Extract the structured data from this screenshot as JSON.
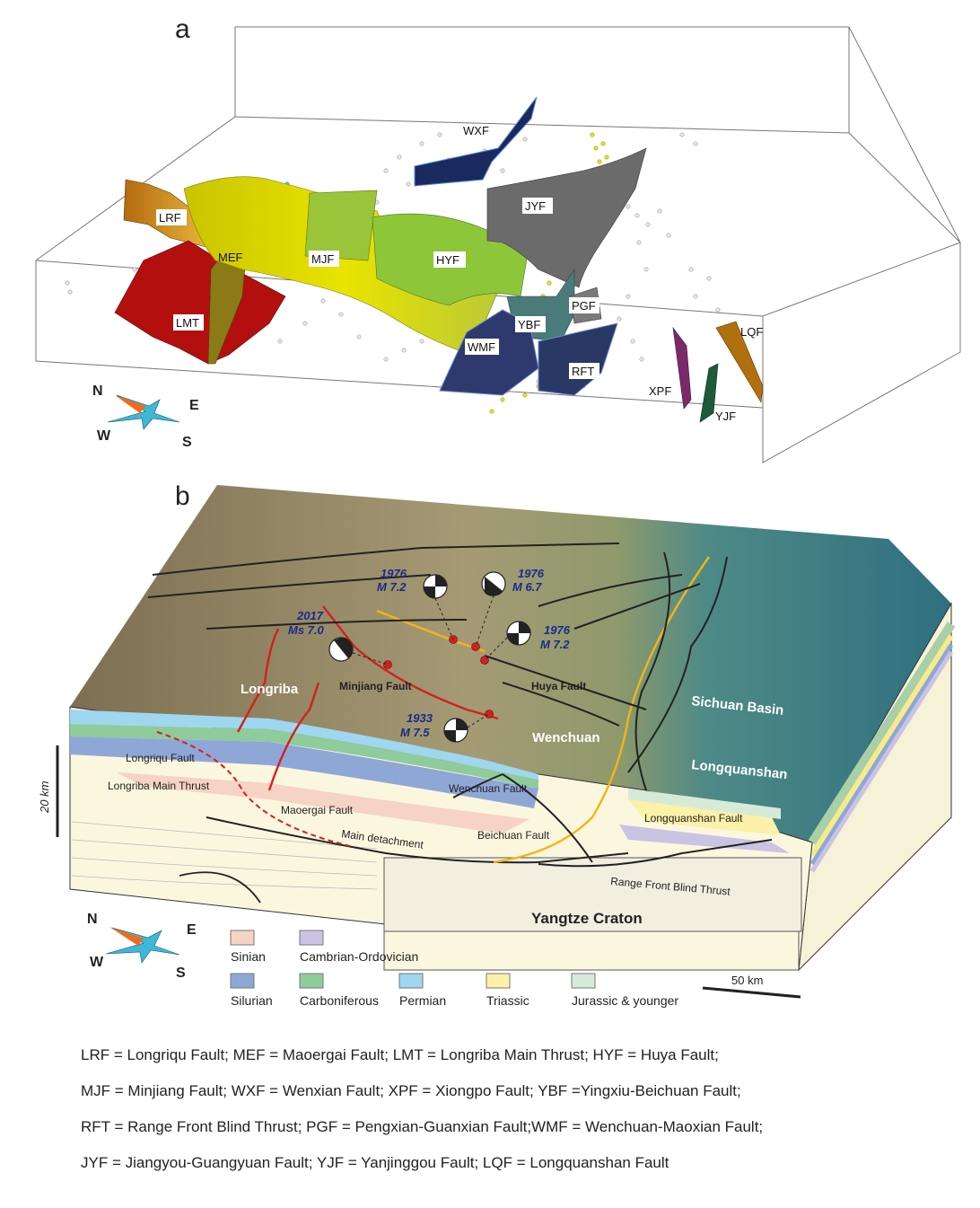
{
  "panels": {
    "a": {
      "letter": "a",
      "fault_labels": {
        "WXF": "WXF",
        "JYF": "JYF",
        "LRF": "LRF",
        "MEF": "MEF",
        "MJF": "MJF",
        "HYF": "HYF",
        "LMT": "LMT",
        "YBF": "YBF",
        "PGF": "PGF",
        "WMF": "WMF",
        "RFT": "RFT",
        "LQF": "LQF",
        "XPF": "XPF",
        "YJF": "YJF"
      },
      "compass": {
        "N": "N",
        "E": "E",
        "W": "W",
        "S": "S"
      }
    },
    "b": {
      "letter": "b",
      "places": {
        "longriba": "Longriba",
        "sichuan_basin": "Sichuan Basin",
        "longquanshan": "Longquanshan",
        "wenchuan": "Wenchuan",
        "yangtze": "Yangtze  Craton"
      },
      "faults": {
        "minjiang": "Minjiang Fault",
        "huya": "Huya Fault",
        "longriqu": "Longriqu Fault",
        "longriba_main": "Longriba Main Thrust",
        "maoergai": "Maoergai Fault",
        "wenchuan": "Wenchuan Fault",
        "main_detachment": "Main detachment",
        "beichuan": "Beichuan Fault",
        "longquanshan": "Longquanshan Fault",
        "range_front": "Range Front Blind Thrust"
      },
      "earthquakes": [
        {
          "year": "1976",
          "mag": "M 7.2"
        },
        {
          "year": "1976",
          "mag": "M 6.7"
        },
        {
          "year": "2017",
          "mag": "Ms 7.0"
        },
        {
          "year": "1976",
          "mag": "M 7.2"
        },
        {
          "year": "1933",
          "mag": "M 7.5"
        }
      ],
      "depth_scale": "20 km",
      "distance_scale": "50 km",
      "compass": {
        "N": "N",
        "E": "E",
        "W": "W",
        "S": "S"
      },
      "legend": [
        {
          "label": "Sinian",
          "color": "#f6d3c3"
        },
        {
          "label": "Cambrian-Ordovician",
          "color": "#cbc3e3"
        },
        {
          "label": "Silurian",
          "color": "#8fa7d6"
        },
        {
          "label": "Carboniferous",
          "color": "#8fcb9b"
        },
        {
          "label": "Permian",
          "color": "#9fd6f0"
        },
        {
          "label": "Triassic",
          "color": "#fbf1a8"
        },
        {
          "label": "Jurassic & younger",
          "color": "#d6ead8"
        }
      ]
    }
  },
  "abbreviations": [
    "LRF = Longriqu Fault; MEF = Maoergai Fault; LMT = Longriba Main Thrust; HYF = Huya Fault;",
    "MJF = Minjiang Fault; WXF = Wenxian Fault; XPF = Xiongpo Fault; YBF =Yingxiu-Beichuan Fault;",
    "RFT = Range Front Blind Thrust; PGF = Pengxian-Guanxian Fault;WMF = Wenchuan-Maoxian Fault;",
    "JYF = Jiangyou-Guangyuan Fault; YJF = Yanjinggou Fault; LQF = Longquanshan Fault"
  ],
  "colors": {
    "fault_red": "#d32020",
    "fault_yellow": "#f2b516",
    "terrain": "#9b8a62",
    "basin": "#3f7f86",
    "quake_text": "#1b2a8a"
  }
}
